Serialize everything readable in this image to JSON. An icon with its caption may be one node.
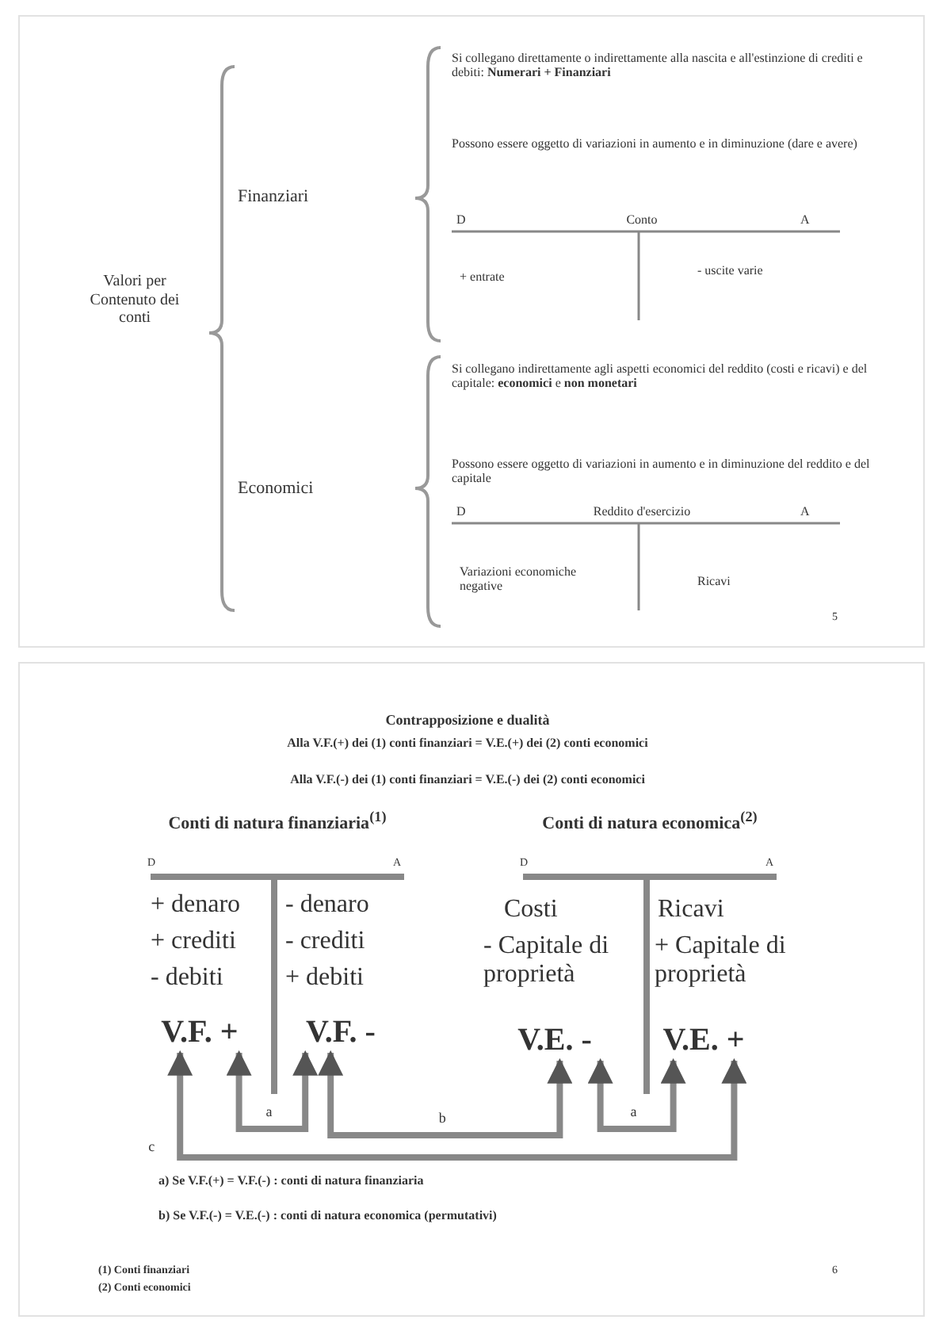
{
  "diagram": {
    "nodes": [
      {
        "text": [
          "V.F. +"
        ]
      },
      {
        "text": [
          "V.F. -"
        ]
      },
      {
        "text": [
          "V.E. -"
        ]
      },
      {
        "text": [
          "V.E. +"
        ]
      }
    ],
    "edges": [
      {
        "from": 0,
        "to": 1,
        "arrow": "both",
        "label": "a"
      },
      {
        "from": 1,
        "to": 2,
        "arrow": "both",
        "label": "b"
      },
      {
        "from": 2,
        "to": 3,
        "arrow": "both",
        "label": "a"
      },
      {
        "from": 0,
        "to": 3,
        "arrow": "both",
        "label": "c"
      }
    ],
    "labels": [
      "Valori per Contenuto dei conti",
      "Finanziari",
      "Si collegano direttamente o indirettamente alla nascita e all'estinzione di crediti e debiti: **Numerari + Finanziari**",
      "Possono essere oggetto di variazioni in aumento e in diminuzione (dare e avere)",
      "D",
      "Conto",
      "A",
      "+ entrate",
      "- uscite varie",
      "Economici",
      "Si collegano indirettamente agli aspetti economici del reddito (costi e ricavi) e del capitale: **economici** e **non monetari**",
      "Possono essere oggetto di variazioni in aumento e in diminuzione del reddito e del capitale",
      "D",
      "Reddito d'esercizio",
      "A",
      "Variazioni economiche negative",
      "Ricavi",
      "5",
      "Contrapposizione e dualità",
      "Alla V.F.(+) dei (1) conti finanziari = V.E.(+) dei (2) conti economici",
      "Alla V.F.(-) dei (1) conti finanziari = V.E.(-) dei (2) conti economici",
      "Conti di natura finanziaria$^{(1)}$",
      "Conti di natura economica$^{(2)}$",
      "D",
      "A",
      "D",
      "A",
      "+ denaro",
      "- denaro",
      "+ crediti",
      "- crediti",
      "- debiti",
      "+ debiti",
      "Costi",
      "Ricavi",
      "- Capitale di proprietà",
      "+ Capitale di proprietà",
      "a) Se V.F.(+) = V.F.(-) : conti di natura finanziaria",
      "b) Se V.F.(-) = V.E.(-) : conti di natura economica (permutativi)",
      "(1) Conti finanziari",
      "(2) Conti economici",
      "6"
    ]
  }
}
